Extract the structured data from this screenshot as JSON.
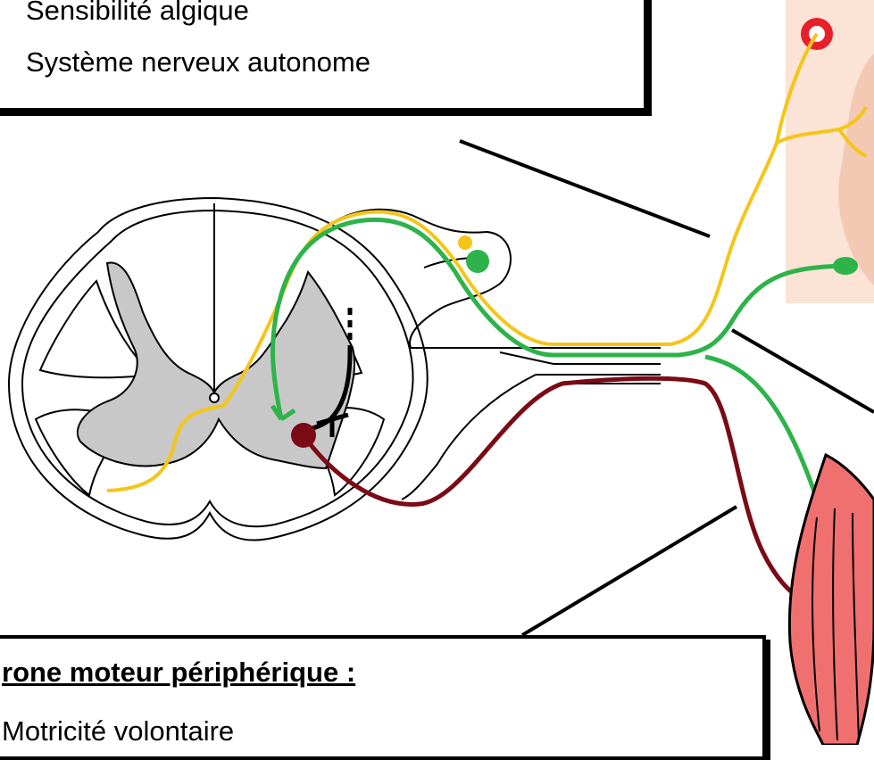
{
  "top_box": {
    "lines": [
      "Sensibilité algique",
      "Système nerveux autonome"
    ]
  },
  "bottom_box": {
    "title": "rone moteur périphérique :",
    "lines": [
      "Motricité volontaire"
    ]
  },
  "colors": {
    "sensory": "#f5c518",
    "autonomic": "#2db34a",
    "motor": "#7a0a14",
    "interneuron": "#000000",
    "gray_matter": "#c8c8c8",
    "skin": "#fbe3d6",
    "muscle": "#f06c6c"
  },
  "icons": [
    "spinal-cord-section",
    "skin-receptor-icon",
    "muscle-icon"
  ]
}
